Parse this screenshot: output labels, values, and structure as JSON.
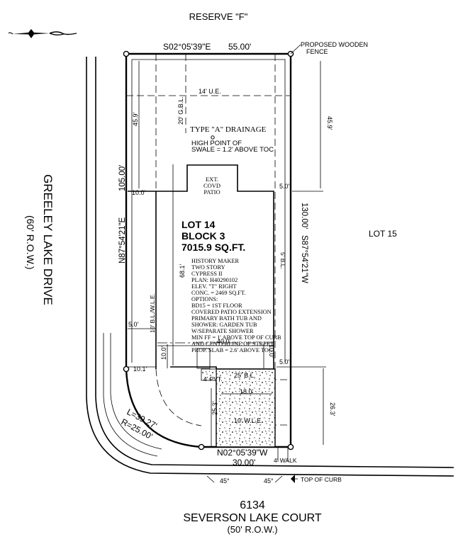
{
  "labels": {
    "reserve": "RESERVE \"F\"",
    "top_bearing": "S02°05'39\"E",
    "top_distance": "55.00'",
    "fence_line1": "PROPOSED WOODEN",
    "fence_line2": "FENCE",
    "ue": "14' U.E.",
    "gbl": "20' G.B.L.",
    "drainage": "TYPE \"A\" DRAINAGE",
    "high_point_line1": "HIGH POINT OF",
    "high_point_line2": "SWALE = 1.2' ABOVE TOC",
    "patio_line1": "EXT.",
    "patio_line2": "COVD",
    "patio_line3": "PATIO",
    "dim_left_upper": "45.9'",
    "dim_right_upper": "45.9'",
    "dim_105": "105.00'",
    "dim_10_left": "10.0'",
    "dim_5_right_top": "5.0'",
    "west_bearing": "N87°54'21\"E",
    "east_bearing": "S87°54'21\"W",
    "east_distance": "130.00'",
    "lot_15": "LOT 15",
    "lot": "LOT 14",
    "block": "BLOCK 3",
    "area": "7015.9 SQ.FT.",
    "dim_68": "68.1'",
    "bl_5": "5' B.L.",
    "bl_wle": "10' B.L./W.L.E.",
    "street_name": "GREELEY LAKE DRIVE",
    "street_row": "(60' R.O.W.)",
    "house_notes": [
      "HISTORY MAKER",
      "TWO STORY",
      "CYPRESS II",
      "PLAN: H40290102",
      "ELEV. \"T\" RIGHT",
      "CONC. = 2469 SQ.FT.",
      "OPTIONS:",
      "BD15 = 1ST FLOOR",
      "COVERED PATIO EXTENSION",
      "PRIMARY BATH TUB AND",
      "SHOWER: GARDEN TUB",
      "W/SEPARATE SHOWER",
      "MIN FF = 1' ABOVE TOP OF CURB",
      "AND CENTERLINE OF STREET",
      "PROP. SLAB = 2.6' ABOVE TOC"
    ],
    "dim_5_left_low": "5.0'",
    "dim_40": "40.0'",
    "dim_10_left_low": "10.0'",
    "dim_10_right_low": "10.0'",
    "dim_10_1": "10.1'",
    "dim_5_right_low": "5.0'",
    "dim_4pvt": "4' PVT.",
    "bl_25": "25' B.L.",
    "dim_18": "18.0'",
    "dim_25_3": "25.3'",
    "wle_10": "10' W.L.E.",
    "dim_26_3": "26.3'",
    "arc_length": "L=39.27'",
    "arc_radius": "R=25.00'",
    "bottom_bearing": "N02°05'39\"W",
    "bottom_distance": "30.00'",
    "walk": "4' WALK",
    "angle_left": "45°",
    "angle_right": "45°",
    "top_of_curb": "TOP OF CURB",
    "address_number": "6134",
    "address_street": "SEVERSON LAKE COURT",
    "address_row": "(50' R.O.W.)"
  }
}
